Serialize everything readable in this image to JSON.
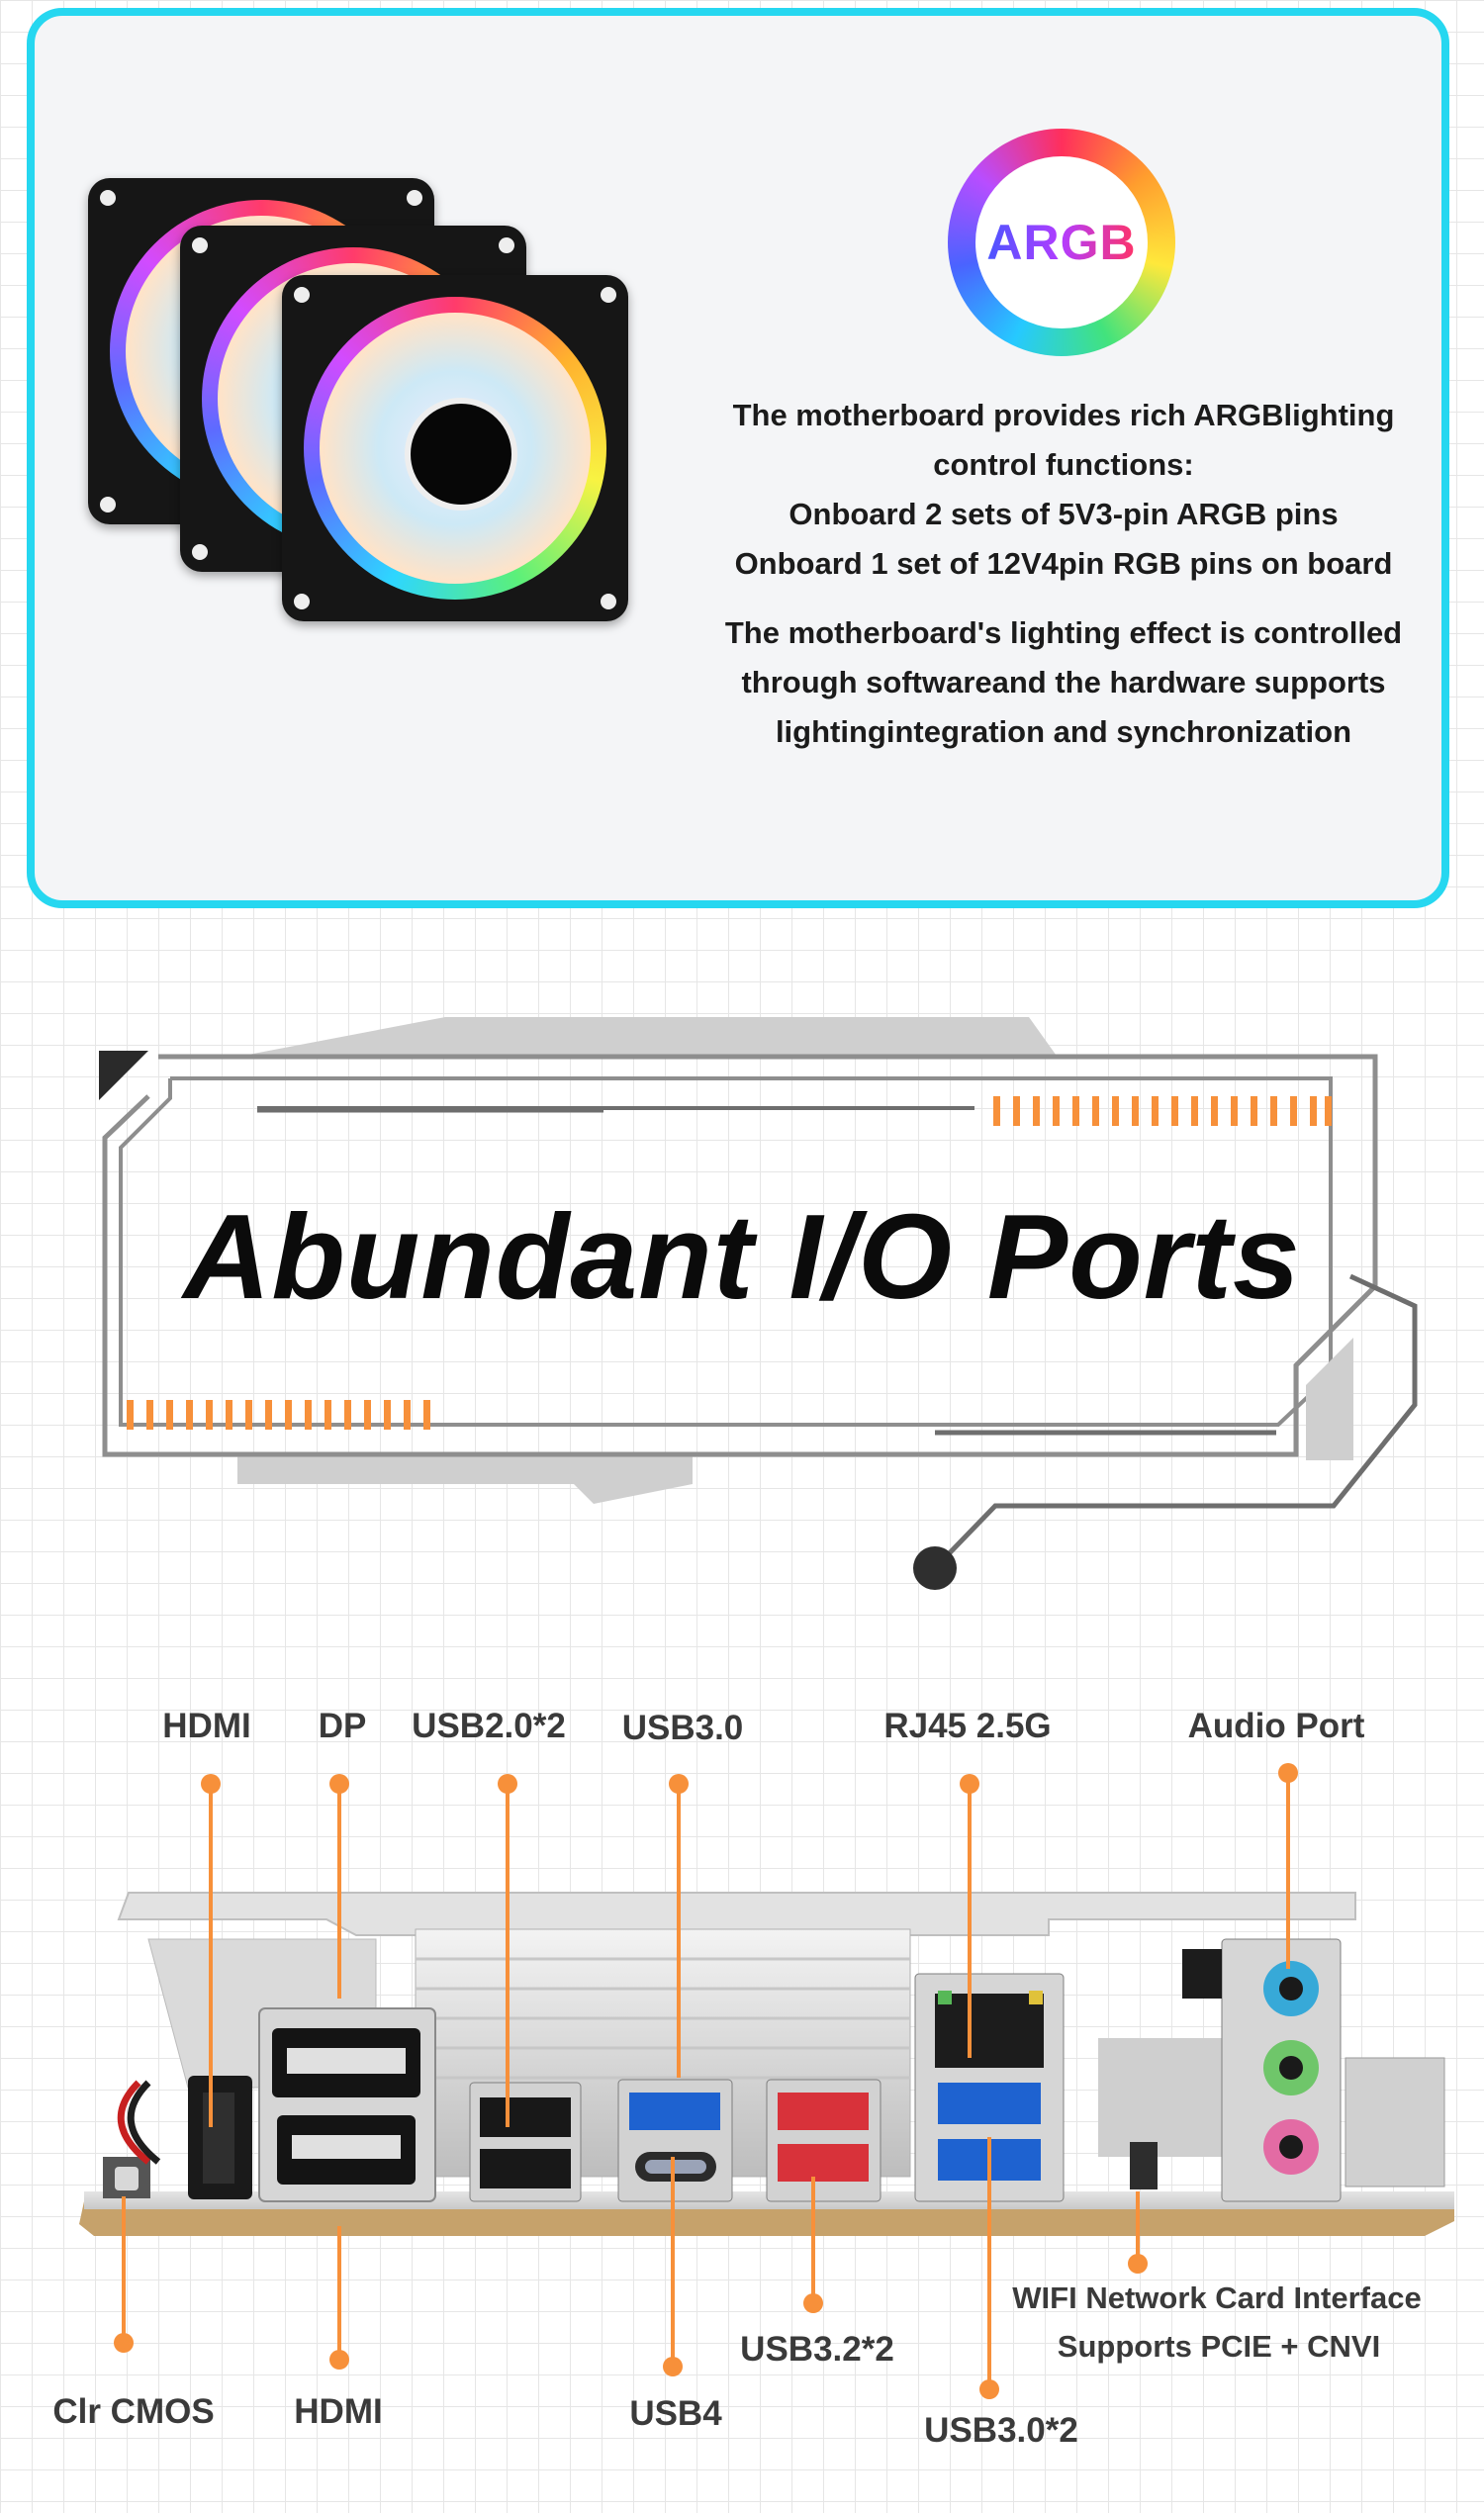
{
  "argb_section": {
    "logo_text": "ARGB",
    "paragraph_1": [
      "The motherboard provides rich ARGBlighting",
      "control functions:",
      "Onboard 2 sets of 5V3-pin ARGB pins",
      "Onboard 1 set of 12V4pin RGB pins on board"
    ],
    "paragraph_2": [
      "The motherboard's lighting effect is controlled",
      "through softwareand the hardware supports",
      "lightingintegration and synchronization"
    ]
  },
  "io_section": {
    "title": "Abundant I/O Ports",
    "labels": {
      "hdmi_top": "HDMI",
      "dp": "DP",
      "usb20": "USB2.0*2",
      "usb30": "USB3.0",
      "rj45": "RJ45 2.5G",
      "audio": "Audio Port",
      "wifi_line1": "WIFI Network Card Interface",
      "wifi_line2": "Supports PCIE + CNVI",
      "usb32": "USB3.2*2",
      "clr_cmos": "Clr CMOS",
      "hdmi_bottom": "HDMI",
      "usb4": "USB4",
      "usb30x2": "USB3.0*2"
    }
  },
  "colors": {
    "card_border": "#26d7f0",
    "accent_orange": "#f7903a",
    "frame_gray": "#8e8e8e"
  }
}
